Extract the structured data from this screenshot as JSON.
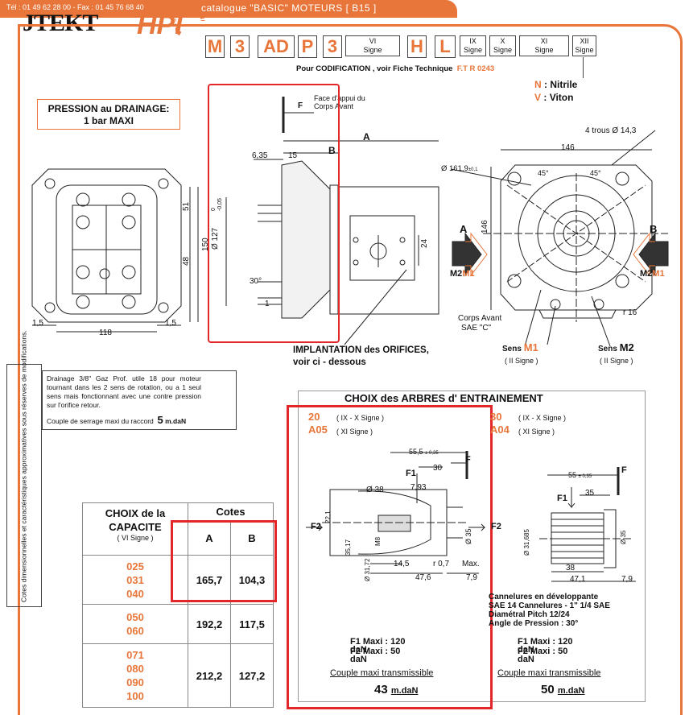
{
  "header": {
    "brand_1": "JTEKT",
    "brand_2": "HPI",
    "contact": "Tél : 01 49 62 28 00 - Fax : 01 45 76 68 40",
    "catalogue": "catalogue  \"BASIC\"  MOTEURS   [ B15 ]"
  },
  "code": {
    "letters": [
      "M",
      "3",
      "AD",
      "P",
      "3",
      "H",
      "L"
    ],
    "vi": "VI\nSigne",
    "ix": "IX\nSigne",
    "x": "X\nSigne",
    "xi": "XI\nSigne",
    "xii": "XII\nSigne",
    "codification": "Pour CODIFICATION , voir Fiche Technique",
    "ftr": "F.T R 0243",
    "seal_n_code": "N",
    "seal_n": ": Nitrile",
    "seal_v_code": "V",
    "seal_v": ": Viton"
  },
  "drain": {
    "title": "PRESSION  au  DRAINAGE:",
    "value": "1 bar MAXI",
    "note": "Drainage 3/8\" Gaz Prof. utile 18 pour moteur tournant dans les 2 sens de rotation, ou a 1 seul sens mais fonctionnant avec une contre pression sur l'orifice retour.",
    "torque_label": "Couple de serrage maxi du raccord",
    "torque_value": "5",
    "torque_unit": "m.daN"
  },
  "drawing": {
    "face": "Face d'appui du Corps Avant",
    "F": "F",
    "A": "A",
    "B": "B",
    "d635": "6,35",
    "d15": "15",
    "d127": "Ø 127",
    "tol127": "0\n-0,05",
    "d30": "30°",
    "d1": "1",
    "d51": "51",
    "d48": "48",
    "d150": "150",
    "d118": "118",
    "d15a": "1,5",
    "d15b": "1,5",
    "d24": "24",
    "d1619": "Ø 161,9",
    "tol1619": "±0,1",
    "holes": "4  trous  Ø 14,3",
    "d146a": "146",
    "d146b": "146",
    "d45a": "45°",
    "d45b": "45°",
    "r16": "r 16",
    "corps": "Corps  Avant",
    "sae": "SAE  \"C\"",
    "m2": "M2",
    "m1": "M1",
    "sens1": "Sens",
    "sens1_code": "M1",
    "sens2": "Sens",
    "sens2_code": "M2",
    "ii_signe": "( II Signe )",
    "implantation": "IMPLANTATION des ORIFICES,",
    "voir": "voir  ci - dessous"
  },
  "capacity": {
    "col1_title": "CHOIX  de  la CAPACITE",
    "col1_sub": "( VI  Signe )",
    "cotes": "Cotes",
    "colA": "A",
    "colB": "B",
    "rows": [
      {
        "sizes": "025\n031\n040",
        "a": "165,7",
        "b": "104,3"
      },
      {
        "sizes": "050\n060",
        "a": "192,2",
        "b": "117,5"
      },
      {
        "sizes": "071\n080\n090\n100",
        "a": "212,2",
        "b": "127,2"
      }
    ]
  },
  "shafts": {
    "title": "CHOIX   des   ARBRES   d' ENTRAINEMENT",
    "left": {
      "code1": "20",
      "code1_sig": "( IX - X Signe )",
      "code2": "A05",
      "code2_sig": "( XI Signe )",
      "d555": "55,5",
      "tol555": "± 0,35",
      "d30": "30",
      "d793": "7,93",
      "d38": "Ø 38",
      "d221": "22,1",
      "d3517": "35,17",
      "m8": "M8",
      "d3172": "Ø 31,72",
      "d35": "Ø 35",
      "d145": "14,5",
      "r07": "r 0,7",
      "max": "Max.",
      "d476": "47,6",
      "d79": "7,9",
      "F1": "F1",
      "F2": "F2",
      "F": "F",
      "f1max": "F1  Maxi  :  120",
      "f2max": "F2  Maxi  :    50",
      "dan1": "daN",
      "dan2": "daN",
      "couple": "Couple  maxi  transmissible",
      "torque": "43",
      "unit": "m.daN"
    },
    "right": {
      "code1": "30",
      "code1_sig": "( IX - X Signe )",
      "code2": "A04",
      "code2_sig": "( XI Signe )",
      "d55": "55",
      "tol55": "± 0,35",
      "d35top": "35",
      "d31685": "Ø 31,685",
      "d35": "Ø 35",
      "d38": "38",
      "d471": "47,1",
      "d79": "7,9",
      "F1": "F1",
      "F2": "F2",
      "F": "F",
      "spline1": "Cannelures en développante",
      "spline2": "SAE  14   Cannelures -  1\" 1/4 SAE",
      "spline3": "Diamétral  Pitch  12/24",
      "spline4": "Angle  de  Pression : 30°",
      "f1max": "F1  Maxi  :  120",
      "f2max": "F2  Maxi  :    50",
      "dan1": "daN",
      "dan2": "daN",
      "couple": "Couple  maxi  transmissible",
      "torque": "50",
      "unit": "m.daN"
    }
  },
  "sidenote": "Cotes dimensionnelles et caractéristiques approximatives sous réserves de modifications."
}
